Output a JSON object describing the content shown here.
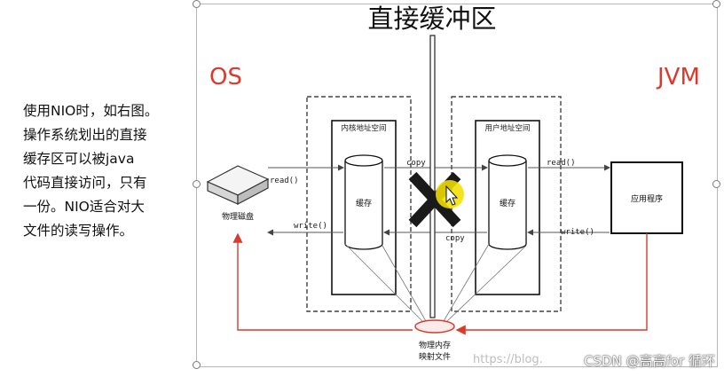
{
  "note": {
    "lines": [
      "使用NIO时，如右图。",
      "操作系统划出的直接",
      "缓存区可以被java",
      "代码直接访问，只有",
      "一份。NIO适合对大",
      "文件的读写操作。"
    ]
  },
  "diagram": {
    "title": "直接缓冲区",
    "os_label": "OS",
    "jvm_label": "JVM",
    "kernel_space": "内核地址空间",
    "user_space": "用户地址空间",
    "buffer_label": "缓存",
    "disk_label": "物理磁盘",
    "app_label": "应用程序",
    "read": "read()",
    "write": "write()",
    "copy": "copy",
    "mmap_line1": "物理内存",
    "mmap_line2": "映射文件",
    "colors": {
      "os_jvm": "#d93a2b",
      "arrow_red": "#d93a2b",
      "cursor": "#f2e000",
      "cross": "#1a1a1a"
    }
  },
  "footer": {
    "watermark": "https://blog.",
    "credit": "CSDN @高高for 循环"
  }
}
